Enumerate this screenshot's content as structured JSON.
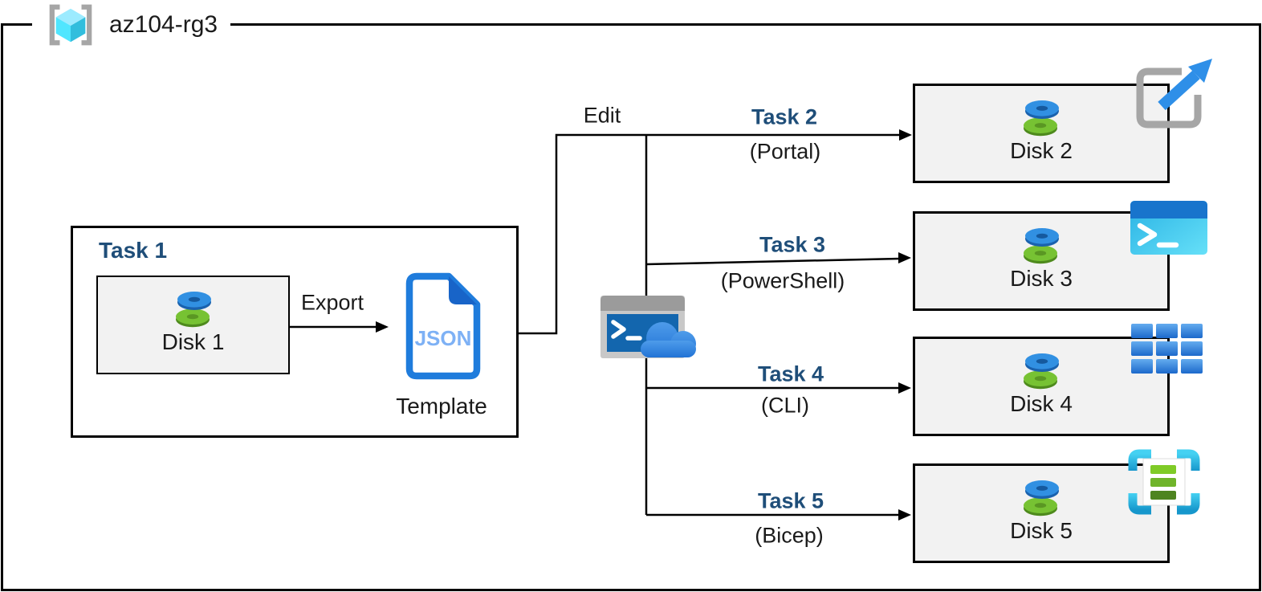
{
  "header": {
    "title": "az104-rg3",
    "icon": "resource-group-icon"
  },
  "task1": {
    "label": "Task 1",
    "disk_label": "Disk 1",
    "export_label": "Export",
    "json_doc_text": "JSON",
    "template_caption": "Template"
  },
  "edit_label": "Edit",
  "branches": [
    {
      "task": "Task 2",
      "method": "(Portal)",
      "disk": "Disk 2",
      "tool_icon": "azure-portal-icon"
    },
    {
      "task": "Task 3",
      "method": "(PowerShell)",
      "disk": "Disk 3",
      "tool_icon": "powershell-icon"
    },
    {
      "task": "Task 4",
      "method": "(CLI)",
      "disk": "Disk 4",
      "tool_icon": "azure-cli-icon"
    },
    {
      "task": "Task 5",
      "method": "(Bicep)",
      "disk": "Disk 5",
      "tool_icon": "bicep-template-icon"
    }
  ],
  "colors": {
    "task_label_blue": "#1F4E79",
    "box_fill_gray": "#F2F2F2",
    "line_black": "#000000",
    "json_doc_blue": "#1F7CDC",
    "json_text_blue": "#7EB1F5",
    "disk_blue": "#2F8BE0",
    "disk_green": "#74BF2E",
    "cube_cyan": "#50E6FF",
    "bracket_gray": "#A6A6A6",
    "portal_arrow_blue": "#2E8FE8",
    "powershell_header_blue": "#1874CC",
    "powershell_body_cyan": "#3CC7EE",
    "bicep_frame_cyan": "#2FC3EA",
    "shell_screen_blue": "#1366AE",
    "cloud_blue": "#2E82DE"
  }
}
